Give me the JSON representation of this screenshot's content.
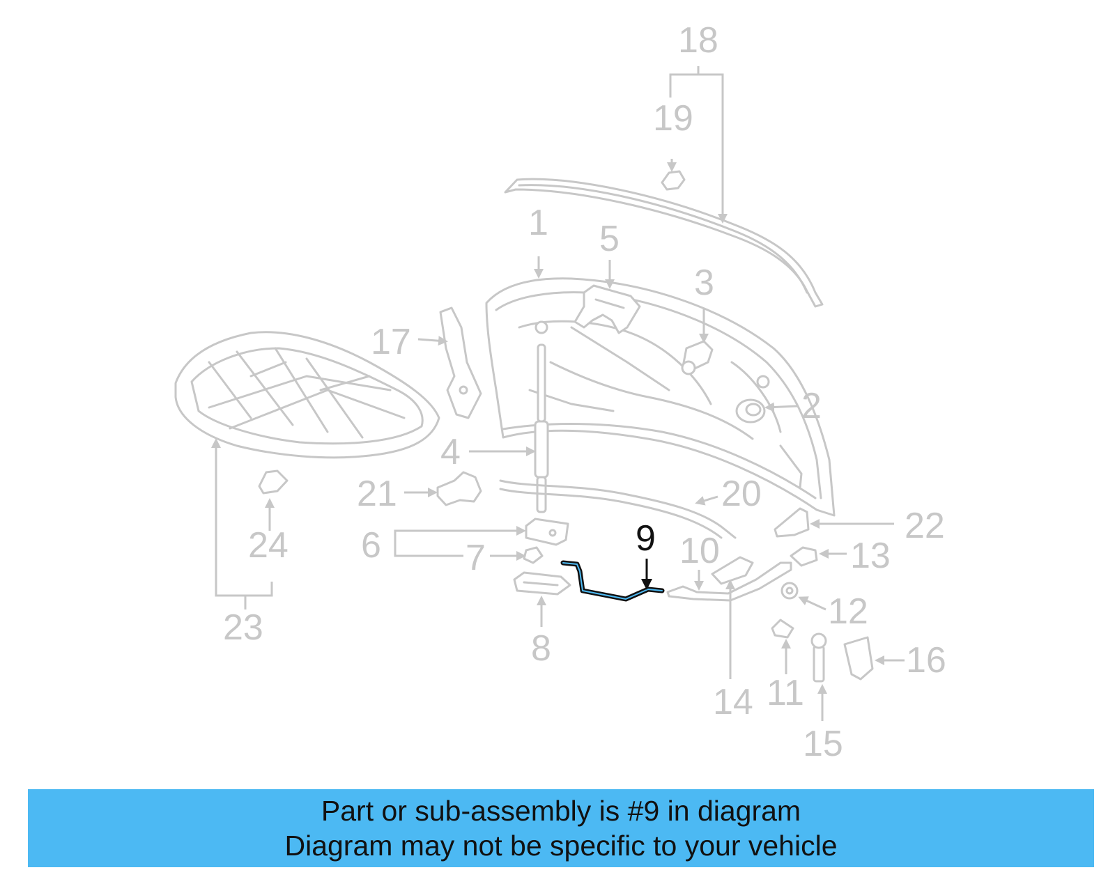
{
  "diagram": {
    "highlighted_part": "9",
    "callouts": [
      "1",
      "2",
      "3",
      "4",
      "5",
      "6",
      "7",
      "8",
      "9",
      "10",
      "11",
      "12",
      "13",
      "14",
      "15",
      "16",
      "17",
      "18",
      "19",
      "20",
      "21",
      "22",
      "23",
      "24"
    ]
  },
  "banner": {
    "line1": "Part or sub-assembly is #9 in diagram",
    "line2": "Diagram may not be specific to your vehicle",
    "color": "#4cb9f3"
  },
  "colors": {
    "parts_gray": "#c7c7c7",
    "highlight": "#111111",
    "highlight_accent": "#4cb9f3"
  }
}
